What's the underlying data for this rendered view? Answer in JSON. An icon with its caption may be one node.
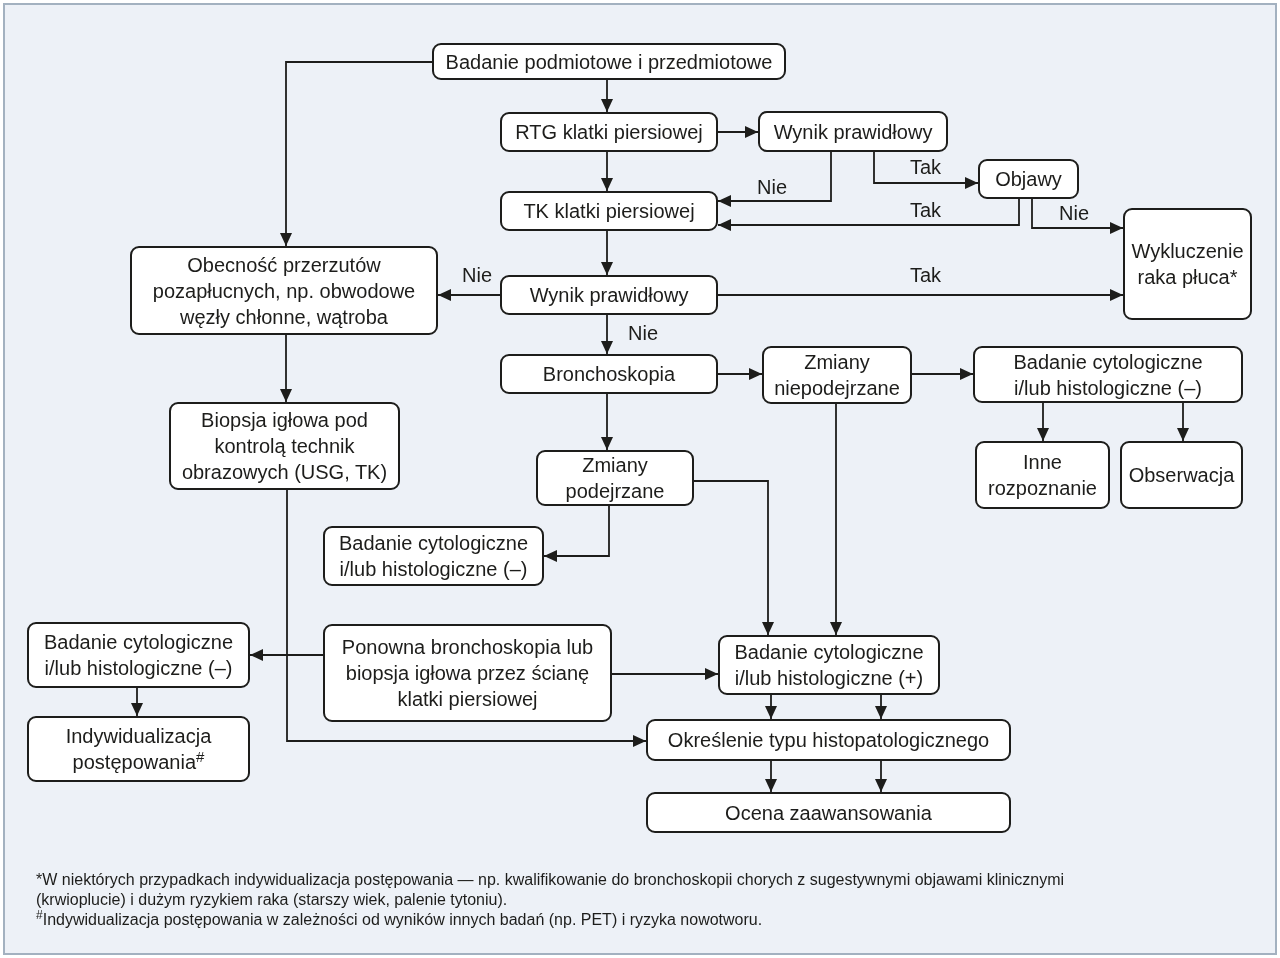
{
  "diagram": {
    "nodes": [
      {
        "text": [
          "Badanie podmiotowe i przedmiotowe"
        ]
      },
      {
        "text": [
          "RTG klatki piersiowej"
        ]
      },
      {
        "text": [
          "Wynik prawidłowy"
        ]
      },
      {
        "text": [
          "Objawy"
        ]
      },
      {
        "text": [
          "TK klatki piersiowej"
        ]
      },
      {
        "text": [
          "Wykluczenie raka płuca*"
        ]
      },
      {
        "text": [
          "Obecność przerzutów pozapłucnych, np. obwodowe węzły chłonne, wątroba"
        ]
      },
      {
        "text": [
          "Wynik prawidłowy"
        ]
      },
      {
        "text": [
          "Bronchoskopia"
        ]
      },
      {
        "text": [
          "Zmiany niepodejrzane"
        ]
      },
      {
        "text": [
          "Badanie cytologiczne i/lub histologiczne (–)"
        ]
      },
      {
        "text": [
          "Biopsja igłowa pod kontrolą technik obrazowych (USG, TK)"
        ]
      },
      {
        "text": [
          "Zmiany podejrzane"
        ]
      },
      {
        "text": [
          "Inne rozpoznanie"
        ]
      },
      {
        "text": [
          "Obserwacja"
        ]
      },
      {
        "text": [
          "Badanie cytologiczne i/lub histologiczne (–)"
        ]
      },
      {
        "text": [
          "Badanie cytologiczne i/lub histologiczne (–)"
        ]
      },
      {
        "text": [
          "Ponowna bronchoskopia lub biopsja igłowa przez ścianę klatki piersiowej"
        ]
      },
      {
        "text": [
          "Badanie cytologiczne i/lub histologiczne (+)"
        ]
      },
      {
        "text": [
          "Indywidualizacja postępowania$^{#}$"
        ]
      },
      {
        "text": [
          "Określenie typu histopatologicznego"
        ]
      },
      {
        "text": [
          "Ocena zaawansowania"
        ]
      }
    ],
    "edges": [
      {
        "from": 0,
        "to": 1,
        "arrow": "to"
      },
      {
        "from": 0,
        "to": 6,
        "arrow": "to"
      },
      {
        "from": 1,
        "to": 2,
        "arrow": "to"
      },
      {
        "from": 1,
        "to": 4,
        "arrow": "to"
      },
      {
        "from": 2,
        "to": 4,
        "arrow": "to",
        "label": "Nie"
      },
      {
        "from": 2,
        "to": 3,
        "arrow": "to",
        "label": "Tak"
      },
      {
        "from": 3,
        "to": 4,
        "arrow": "to",
        "label": "Tak"
      },
      {
        "from": 3,
        "to": 5,
        "arrow": "to",
        "label": "Nie"
      },
      {
        "from": 4,
        "to": 7,
        "arrow": "to"
      },
      {
        "from": 7,
        "to": 6,
        "arrow": "to",
        "label": "Nie"
      },
      {
        "from": 7,
        "to": 5,
        "arrow": "to",
        "label": "Tak"
      },
      {
        "from": 7,
        "to": 8,
        "arrow": "to",
        "label": "Nie"
      },
      {
        "from": 6,
        "to": 11,
        "arrow": "to"
      },
      {
        "from": 8,
        "to": 9,
        "arrow": "to"
      },
      {
        "from": 8,
        "to": 12,
        "arrow": "to"
      },
      {
        "from": 9,
        "to": 10,
        "arrow": "to"
      },
      {
        "from": 9,
        "to": 18,
        "arrow": "to"
      },
      {
        "from": 10,
        "to": 13,
        "arrow": "to"
      },
      {
        "from": 10,
        "to": 14,
        "arrow": "to"
      },
      {
        "from": 12,
        "to": 15,
        "arrow": "to"
      },
      {
        "from": 12,
        "to": 18,
        "arrow": "to"
      },
      {
        "from": 11,
        "to": 20,
        "arrow": "to"
      },
      {
        "from": 17,
        "to": 16,
        "arrow": "to"
      },
      {
        "from": 17,
        "to": 18,
        "arrow": "to"
      },
      {
        "from": 16,
        "to": 19,
        "arrow": "to"
      },
      {
        "from": 18,
        "to": 20,
        "arrow": "to"
      },
      {
        "from": 18,
        "to": 20,
        "arrow": "to"
      },
      {
        "from": 20,
        "to": 21,
        "arrow": "to"
      },
      {
        "from": 20,
        "to": 21,
        "arrow": "to"
      }
    ],
    "labels": [
      "*W niektórych przypadkach indywidualizacja postępowania — np. kwalifikowanie do bronchoskopii chorych z sugestywnymi objawami klinicznymi (krwioplucie) i dużym ryzykiem raka (starszy wiek, palenie tytoniu).",
      "$^{#}$Indywidualizacja postępowania w zależności od wyników innych badań (np. PET) i ryzyka nowotworu."
    ]
  }
}
